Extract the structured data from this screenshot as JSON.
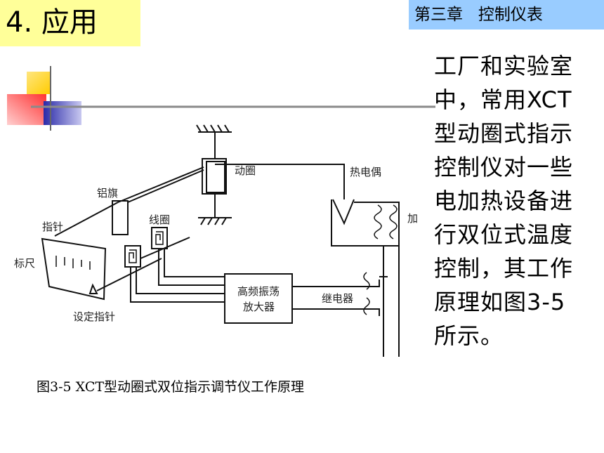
{
  "header": {
    "title": "4. 应用",
    "chapter": "第三章   控制仪表"
  },
  "body": {
    "paragraph": "工厂和实验室中，常用XCT型动圈式指示控制仪对一些电加热设备进行双位式温度控制，其工作原理如图3-5所示。"
  },
  "figure": {
    "labels": {
      "moving_coil": "动圈",
      "thermocouple": "热电偶",
      "aluminum_flag": "铝旗",
      "coil": "线圈",
      "pointer": "指针",
      "scale": "标尺",
      "set_pointer": "设定指针",
      "amplifier": "高频振荡\n放大器",
      "amplifier_line1": "高频振荡",
      "amplifier_line2": "放大器",
      "relay": "继电器",
      "heater_fragment": "加"
    },
    "caption": "图3-5  XCT型动圈式双位指示调节仪工作原理"
  },
  "colors": {
    "title_bg": "#ffff99",
    "chapter_bg": "#99ccff",
    "deco_yellow": "#ffcc00",
    "deco_red": "#ff3333",
    "deco_blue": "#3333cc",
    "deco_line": "#8a8a8a"
  }
}
